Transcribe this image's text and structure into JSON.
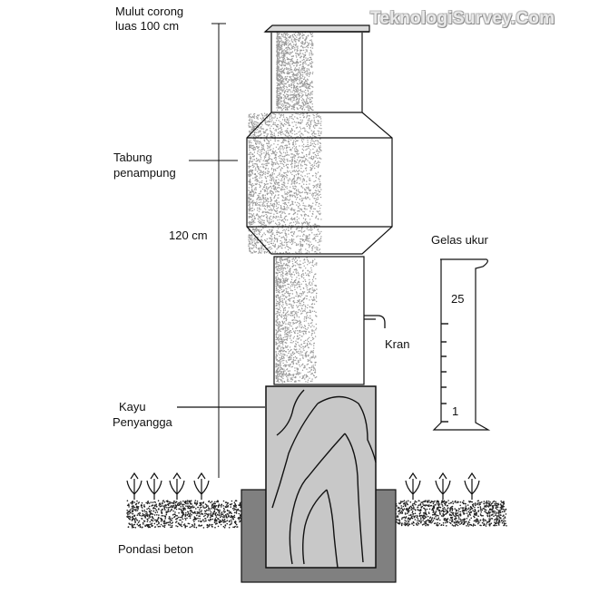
{
  "watermark": "TeknologiSurvey.Com",
  "labels": {
    "funnel_mouth_line1": "Mulut corong",
    "funnel_mouth_line2": "luas 100 cm",
    "tank_line1": "Tabung",
    "tank_line2": "penampung",
    "height": "120 cm",
    "measuring_glass": "Gelas ukur",
    "tap": "Kran",
    "wood_support_line1": "Kayu",
    "wood_support_line2": "Penyangga",
    "foundation": "Pondasi beton"
  },
  "glass_scale": {
    "top_mark": "25",
    "bottom_mark": "1"
  },
  "colors": {
    "outline": "#111111",
    "wood_fill": "#c8c8c8",
    "concrete_fill": "#808080",
    "stipple": "#9a9a9a"
  }
}
